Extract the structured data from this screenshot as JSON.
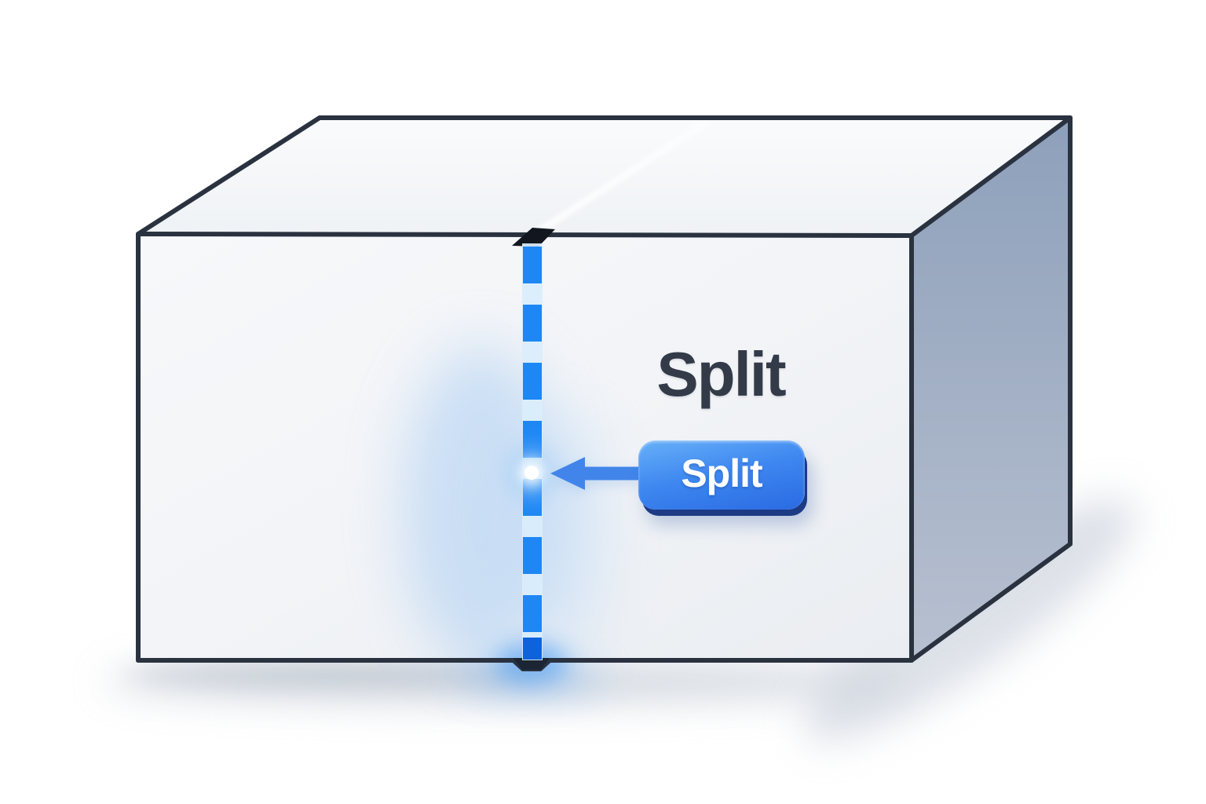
{
  "illustration": {
    "heading": "Split",
    "button": {
      "label": "Split"
    },
    "icons": {
      "arrow": "left-arrow-icon",
      "split_line": "dashed-split-line-icon",
      "handle": "glow-dot-handle"
    },
    "colors": {
      "edge_navy": "#2a3240",
      "front_face": "#f2f4f7",
      "top_face": "#f7f9fb",
      "side_face_top": "#8da0bb",
      "side_face_bottom": "#b7c0d0",
      "dash_blue": "#1e87f3",
      "dash_deep_blue": "#0e63dd",
      "arrow_blue": "#4285ea",
      "glow_blue": "#9ecbf7",
      "button_gradient_top": "#67b0f8",
      "button_gradient_bottom": "#2a6ae3",
      "button_shadow": "#1d3a85",
      "heading_text": "#333b49",
      "button_text": "#ffffff"
    }
  }
}
